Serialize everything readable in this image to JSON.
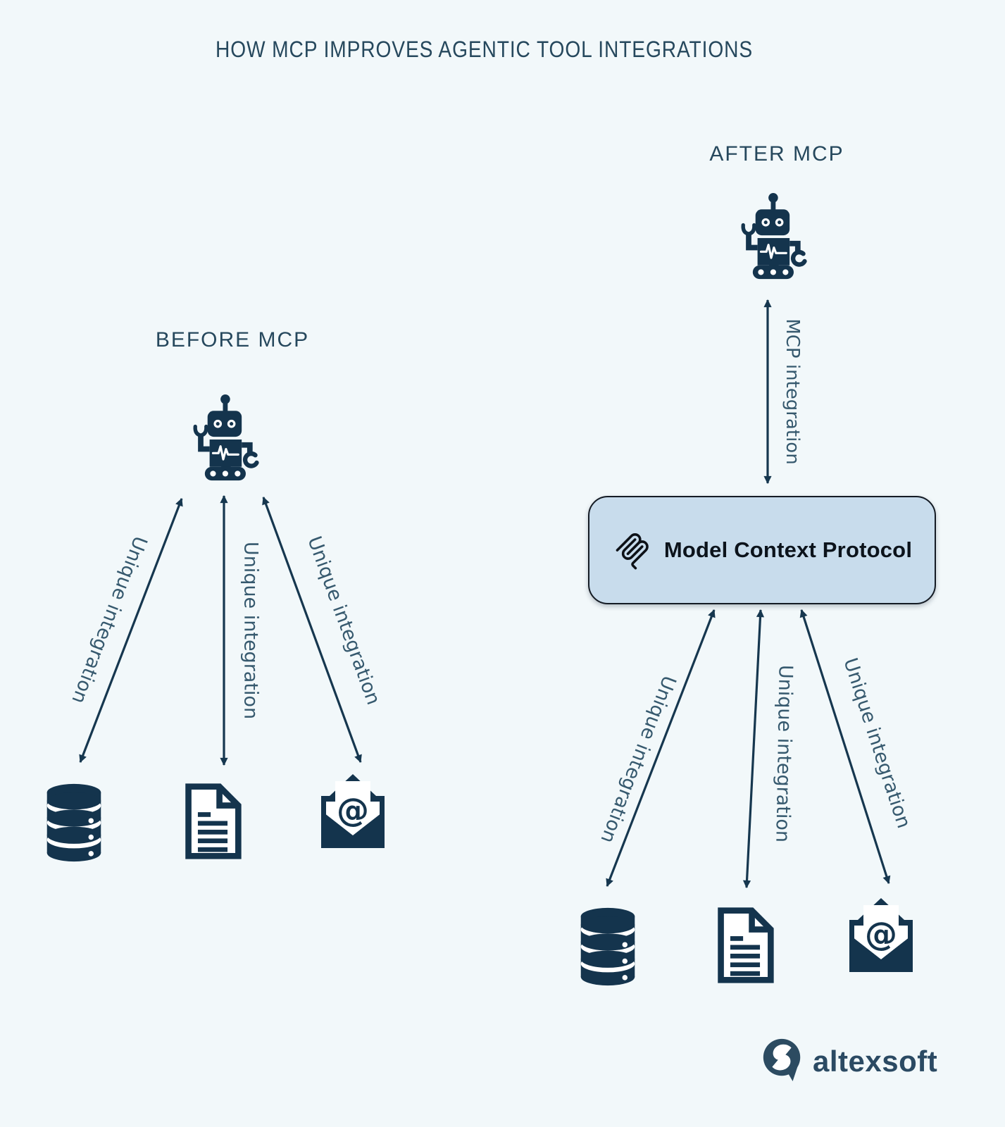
{
  "title": "HOW MCP IMPROVES AGENTIC TOOL INTEGRATIONS",
  "before": {
    "heading": "BEFORE MCP",
    "agent": "ai-agent-robot",
    "connections": [
      {
        "label": "Unique integration",
        "target": "database"
      },
      {
        "label": "Unique integration",
        "target": "document"
      },
      {
        "label": "Unique integration",
        "target": "email"
      }
    ],
    "tools": [
      "database",
      "document",
      "email"
    ]
  },
  "after": {
    "heading": "AFTER MCP",
    "agent": "ai-agent-robot",
    "mcp_link_label": "MCP integration",
    "protocol_box_label": "Model Context Protocol",
    "connections": [
      {
        "label": "Unique integration",
        "target": "database"
      },
      {
        "label": "Unique integration",
        "target": "document"
      },
      {
        "label": "Unique integration",
        "target": "email"
      }
    ],
    "tools": [
      "database",
      "document",
      "email"
    ]
  },
  "footer": {
    "brand": "altexsoft"
  },
  "colors": {
    "background": "#f2f8fa",
    "icon_navy": "#14344d",
    "heading_text": "#26485d",
    "connection_label_text": "#36596e",
    "protocol_box_fill": "#c8dcec",
    "protocol_box_border": "#141b24",
    "protocol_box_text": "#0c131b",
    "mcp_logo_color": "#0d1117",
    "brand_color": "#2b4a63"
  }
}
